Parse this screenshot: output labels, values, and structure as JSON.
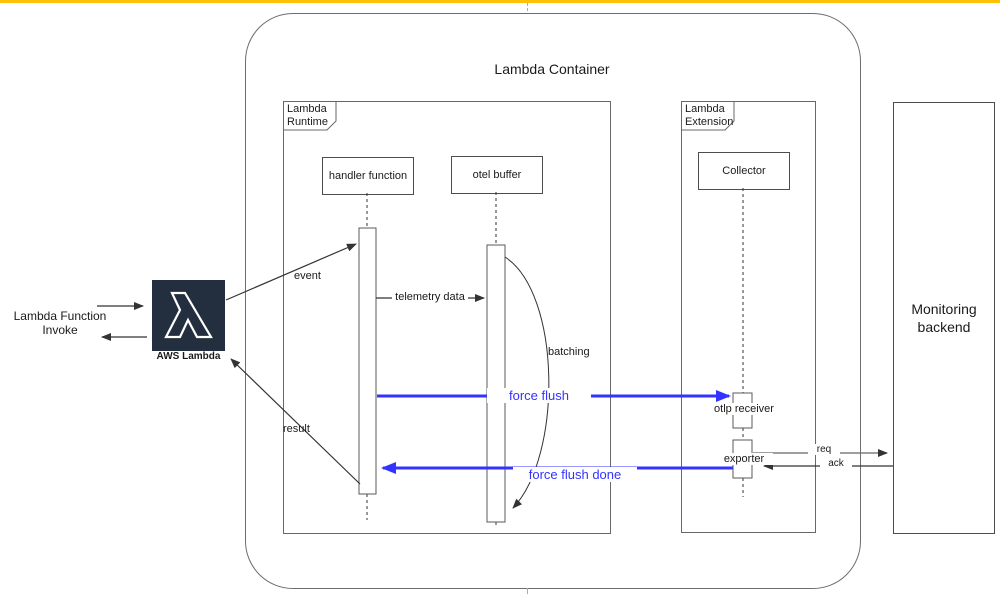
{
  "window": {
    "top_accent_color": "#FFC107"
  },
  "diagram": {
    "container_title": "Lambda Container",
    "invoke": {
      "label": "Lambda Function Invoke",
      "icon_caption": "AWS Lambda",
      "icon_glyph": "λ"
    },
    "frames": {
      "runtime": {
        "line1": "Lambda",
        "line2": "Runtime"
      },
      "extension": {
        "line1": "Lambda",
        "line2": "Extension"
      }
    },
    "participants": {
      "handler": "handler function",
      "otel_buffer": "otel buffer",
      "collector": "Collector",
      "monitoring": {
        "line1": "Monitoring",
        "line2": "backend"
      }
    },
    "activations": {
      "otlp_receiver": "otlp receiver",
      "exporter": "exporter"
    },
    "messages": {
      "event": "event",
      "telemetry": "telemetry data",
      "batching": "batching",
      "force_flush": "force flush",
      "force_flush_done": "force flush done",
      "result": "result",
      "req": "req",
      "ack": "ack"
    },
    "colors": {
      "flush_arrow": "#3333FF",
      "frame_border": "#666666",
      "arrow": "#4D4D4D",
      "icon_background": "#232F3E"
    }
  }
}
